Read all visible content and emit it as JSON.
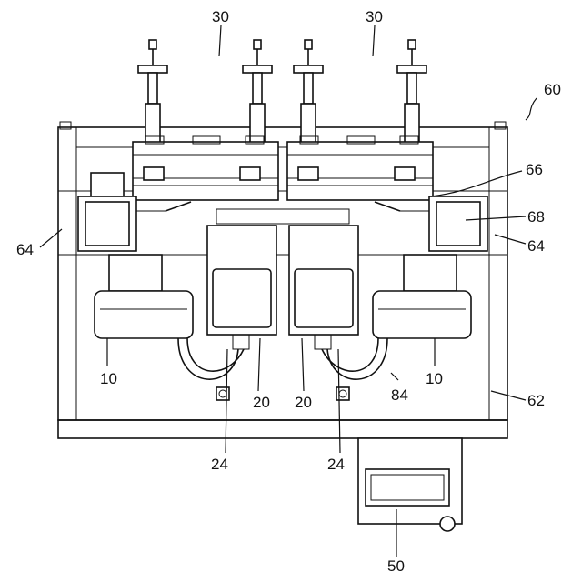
{
  "labels": {
    "spindle_left": "30",
    "spindle_right": "30",
    "apparatus": "60",
    "guide_rail": "66",
    "side_plate_left": "64",
    "side_plate_right": "64",
    "motor_right": "68",
    "cup_left": "10",
    "cup_right": "10",
    "clamp_left": "20",
    "clamp_right": "20",
    "tube": "84",
    "base_plate": "62",
    "connector_left": "24",
    "connector_right": "24",
    "controller": "50"
  }
}
